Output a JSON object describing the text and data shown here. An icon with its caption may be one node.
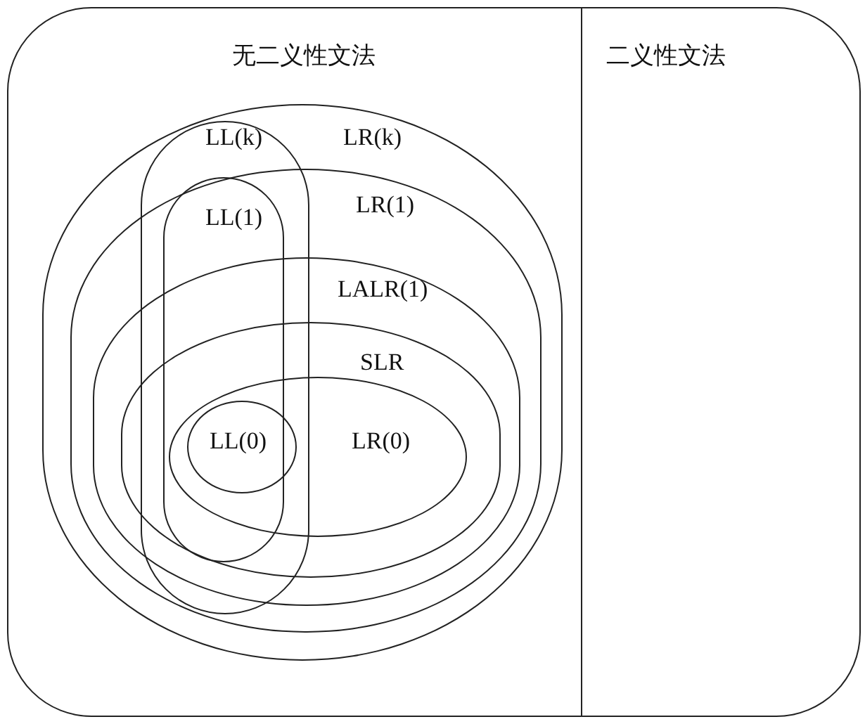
{
  "diagram": {
    "nodes": [
      {
        "text": [
          "无二义性文法"
        ]
      },
      {
        "text": [
          "二义性文法"
        ]
      },
      {
        "text": [
          "LL(k)"
        ],
        "in": 3
      },
      {
        "text": [
          "LR(k)"
        ],
        "in": 0
      },
      {
        "text": [
          "LL(1)"
        ],
        "in": 2
      },
      {
        "text": [
          "LR(1)"
        ],
        "in": 3
      },
      {
        "text": [
          "LALR(1)"
        ],
        "in": 5
      },
      {
        "text": [
          "SLR"
        ],
        "in": 6
      },
      {
        "text": [
          "LL(0)"
        ]
      },
      {
        "text": [
          "LR(0)"
        ],
        "in": 7
      }
    ],
    "edges": []
  }
}
